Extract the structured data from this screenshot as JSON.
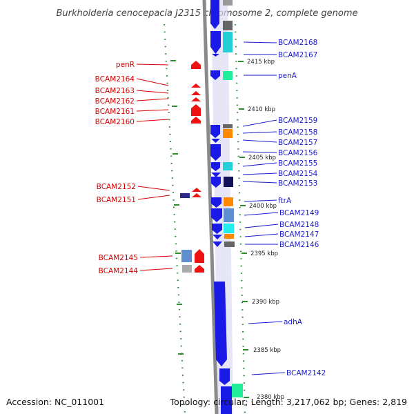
{
  "title": "Burkholderia cenocepacia J2315 chromosome 2, complete genome",
  "footer": {
    "accession": "Accession: NC_011001",
    "topology": "Topology: circular; Length: 3,217,062 bp; Genes: 2,819"
  },
  "kbp_marks": [
    "2415 kbp",
    "2410 kbp",
    "2405 kbp",
    "2400 kbp",
    "2395 kbp",
    "2390 kbp",
    "2385 kbp",
    "2380 kbp"
  ],
  "left_genes": [
    "penR",
    "BCAM2164",
    "BCAM2163",
    "BCAM2162",
    "BCAM2161",
    "BCAM2160",
    "BCAM2152",
    "BCAM2151",
    "BCAM2145",
    "BCAM2144"
  ],
  "right_genes": [
    "BCAM2168",
    "BCAM2167",
    "penA",
    "BCAM2159",
    "BCAM2158",
    "BCAM2157",
    "BCAM2156",
    "BCAM2155",
    "BCAM2154",
    "BCAM2153",
    "ftrA",
    "BCAM2149",
    "BCAM2148",
    "BCAM2147",
    "BCAM2146",
    "adhA",
    "BCAM2142"
  ],
  "colors": {
    "forward_label": "#1a1acc",
    "reverse_label": "#d40000",
    "forward_gene": "#1a1ae6",
    "reverse_gene": "#ee1111",
    "backbone": "#888888",
    "tick": "#2e8b2e"
  }
}
